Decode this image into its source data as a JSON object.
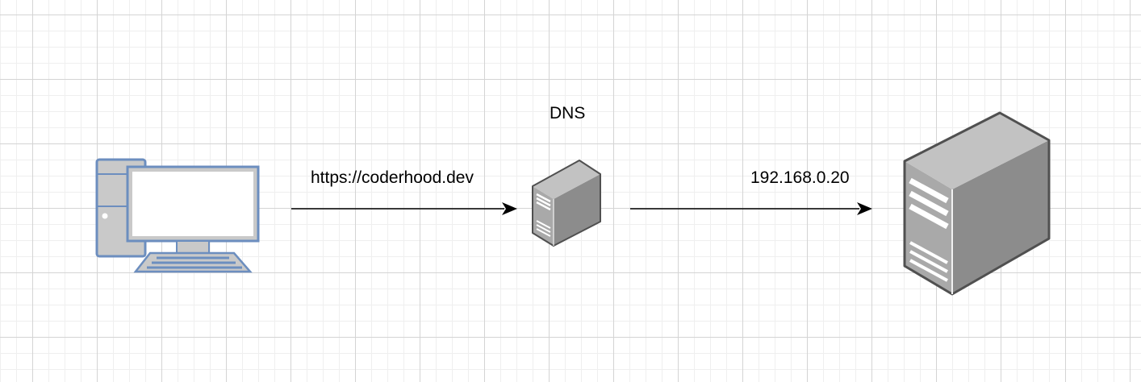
{
  "diagram": {
    "dns_label": "DNS",
    "request_label": "https://coderhood.dev",
    "response_label": "192.168.0.20"
  },
  "nodes": {
    "client": {
      "icon": "desktop-computer-icon",
      "stroke": "#6c8ebf",
      "fill": "#c9c9c9"
    },
    "dns_server": {
      "icon": "dns-server-icon",
      "body": "#8c8c8c"
    },
    "web_server": {
      "icon": "web-server-icon",
      "body": "#8c8c8c"
    }
  },
  "colors": {
    "grid_major": "#d4d4d4",
    "grid_minor": "#efefef",
    "arrow": "#000000"
  }
}
